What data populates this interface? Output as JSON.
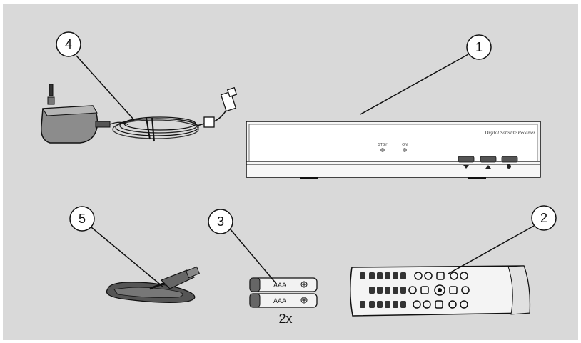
{
  "diagram": {
    "background_color": "#d9d9d9",
    "callouts": [
      {
        "number": "1",
        "target": "receiver"
      },
      {
        "number": "2",
        "target": "remote-control"
      },
      {
        "number": "3",
        "target": "batteries"
      },
      {
        "number": "4",
        "target": "power-adapter"
      },
      {
        "number": "5",
        "target": "car-adapter-cable"
      }
    ],
    "receiver": {
      "model_text": "Digital Satellite Receiver",
      "stby_label": "STBY",
      "on_label": "ON"
    },
    "batteries": {
      "type_label": "AAA",
      "quantity_label": "2x"
    }
  }
}
